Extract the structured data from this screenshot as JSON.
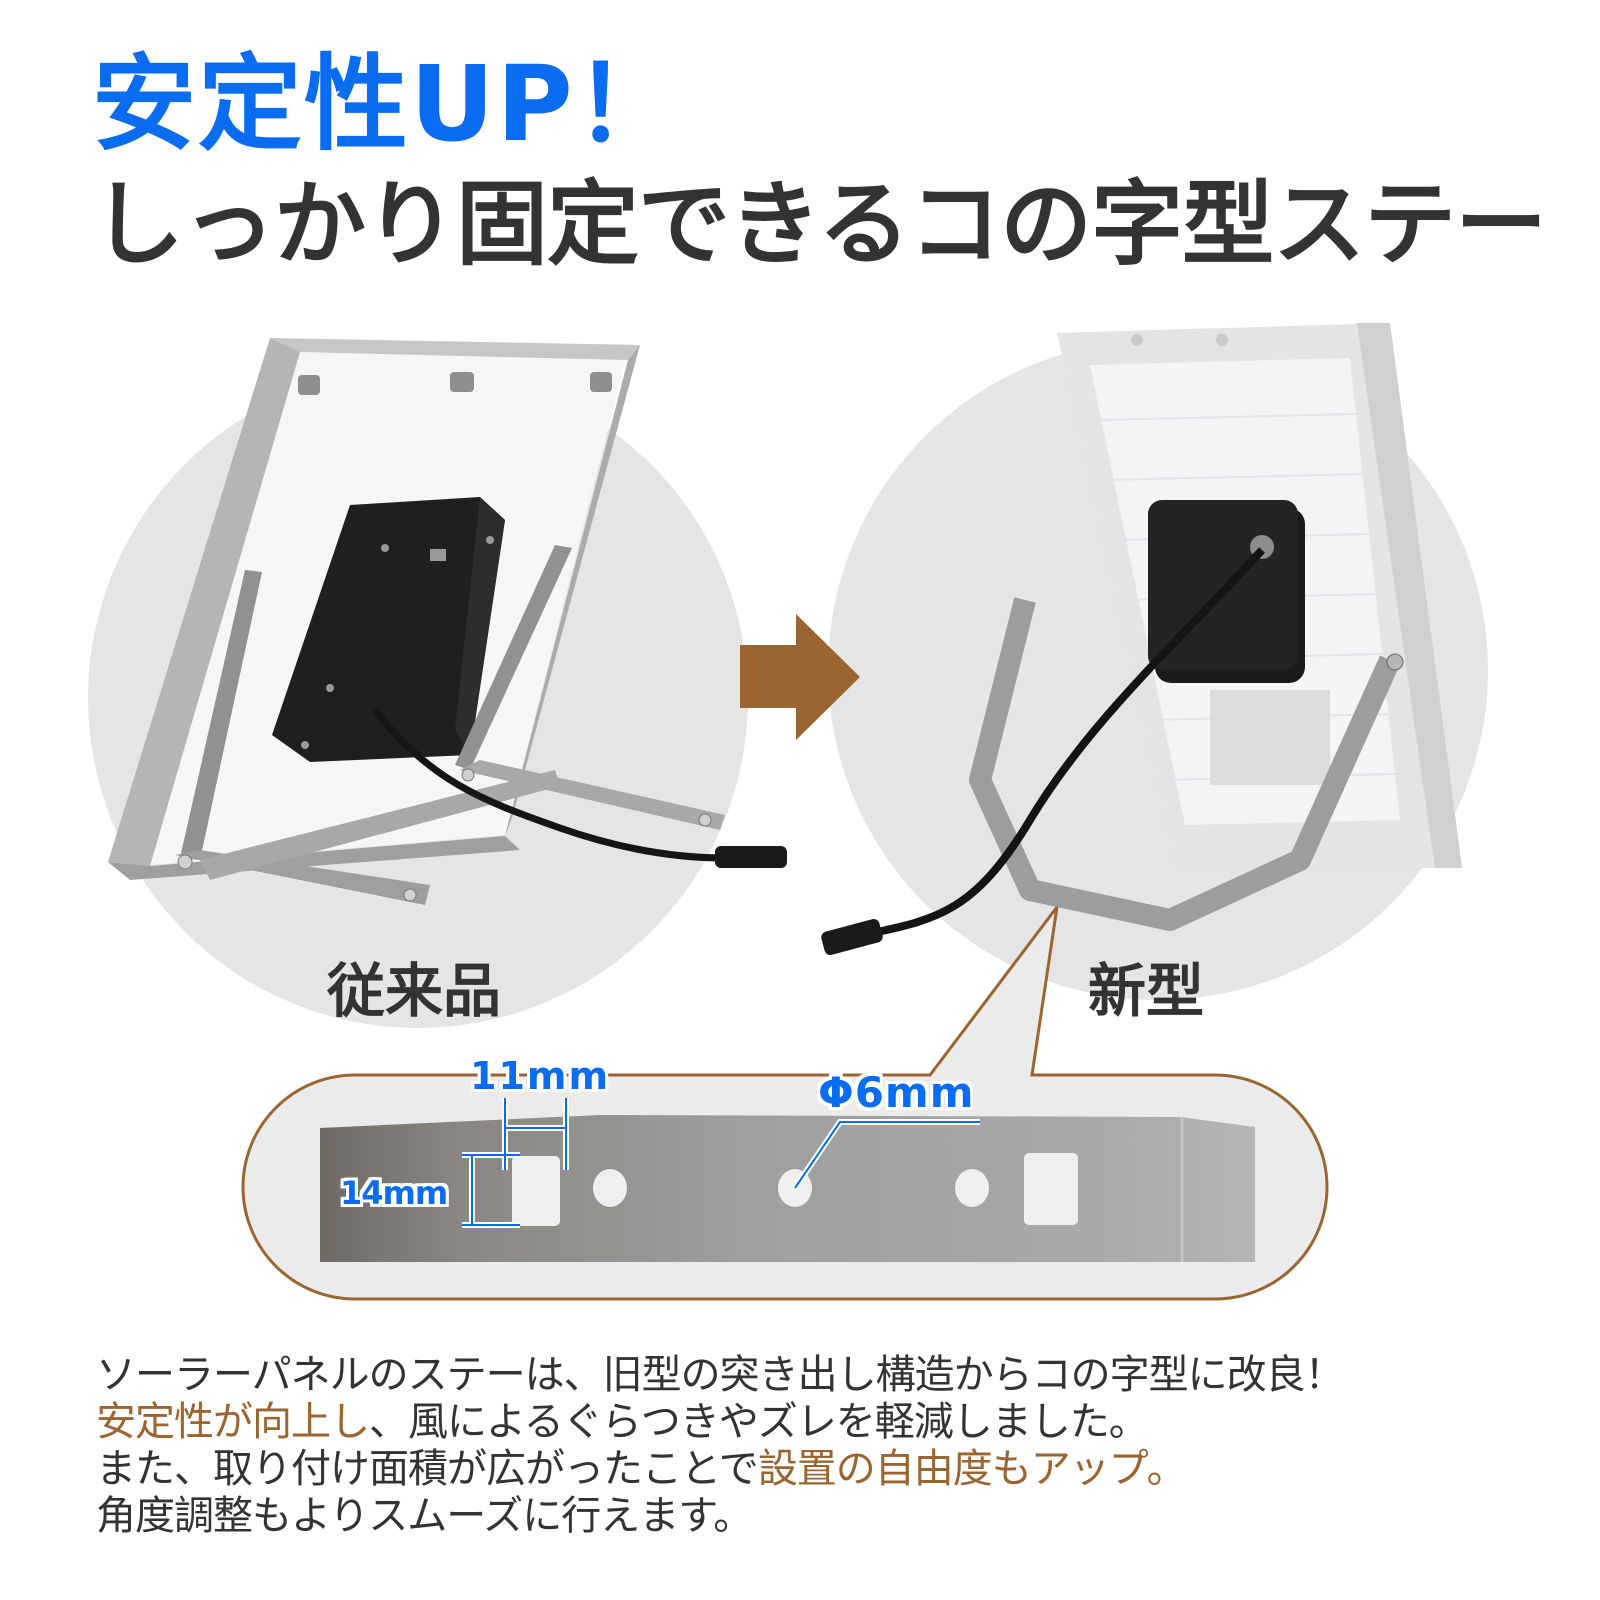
{
  "header": {
    "headline": "安定性UP！",
    "subheadline": "しっかり固定できるコの字型ステー"
  },
  "comparison": {
    "before": {
      "label": "従来品",
      "image_alt": "solar-panel-with-protruding-leg-stand"
    },
    "arrow_icon": "right-arrow-icon",
    "after": {
      "label": "新型",
      "image_alt": "solar-panel-with-u-shaped-bracket"
    }
  },
  "bracket_detail": {
    "slot_width": "11mm",
    "slot_height": "14mm",
    "hole_diameter": "Φ6mm"
  },
  "description": {
    "line1": "ソーラーパネルのステーは、旧型の突き出し構造からコの字型に改良！",
    "line2_highlight": "安定性が向上し",
    "line2_rest": "、風によるぐらつきやズレを軽減しました。",
    "line3_start": "また、取り付け面積が広がったことで",
    "line3_highlight": "設置の自由度もアップ。",
    "line4": "角度調整もよりスムーズに行えます。"
  },
  "colors": {
    "headline_blue": "#0a6cf0",
    "text_dark": "#333333",
    "accent_brown": "#9a6530",
    "circle_gray": "#e5e5e5"
  }
}
